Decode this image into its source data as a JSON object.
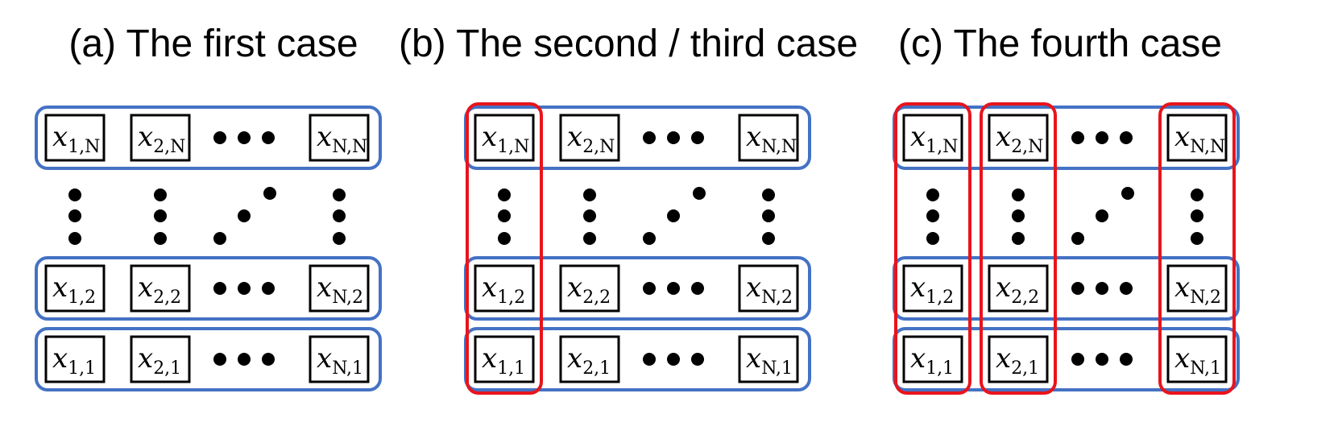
{
  "panels": [
    {
      "title": "(a) The first case",
      "row_groups_highlighted": true,
      "column_groups_highlighted": []
    },
    {
      "title": "(b) The second / third case",
      "row_groups_highlighted": true,
      "column_groups_highlighted": [
        "first"
      ]
    },
    {
      "title": "(c) The fourth case",
      "row_groups_highlighted": true,
      "column_groups_highlighted": [
        "first",
        "second",
        "last"
      ]
    }
  ],
  "grid": {
    "rows": [
      {
        "row": "top",
        "cells": [
          {
            "base": "x",
            "sub": "1,N"
          },
          {
            "base": "x",
            "sub": "2,N"
          },
          {
            "base": "x",
            "sub": "N,N"
          }
        ]
      },
      {
        "row": "middle",
        "cells": [
          {
            "base": "x",
            "sub": "1,2"
          },
          {
            "base": "x",
            "sub": "2,2"
          },
          {
            "base": "x",
            "sub": "N,2"
          }
        ]
      },
      {
        "row": "bottom",
        "cells": [
          {
            "base": "x",
            "sub": "1,1"
          },
          {
            "base": "x",
            "sub": "2,1"
          },
          {
            "base": "x",
            "sub": "N,1"
          }
        ]
      }
    ]
  },
  "colors": {
    "row_group": "#4472C4",
    "column_group": "#E8141C",
    "cell_border": "#000000",
    "dots": "#000000"
  }
}
